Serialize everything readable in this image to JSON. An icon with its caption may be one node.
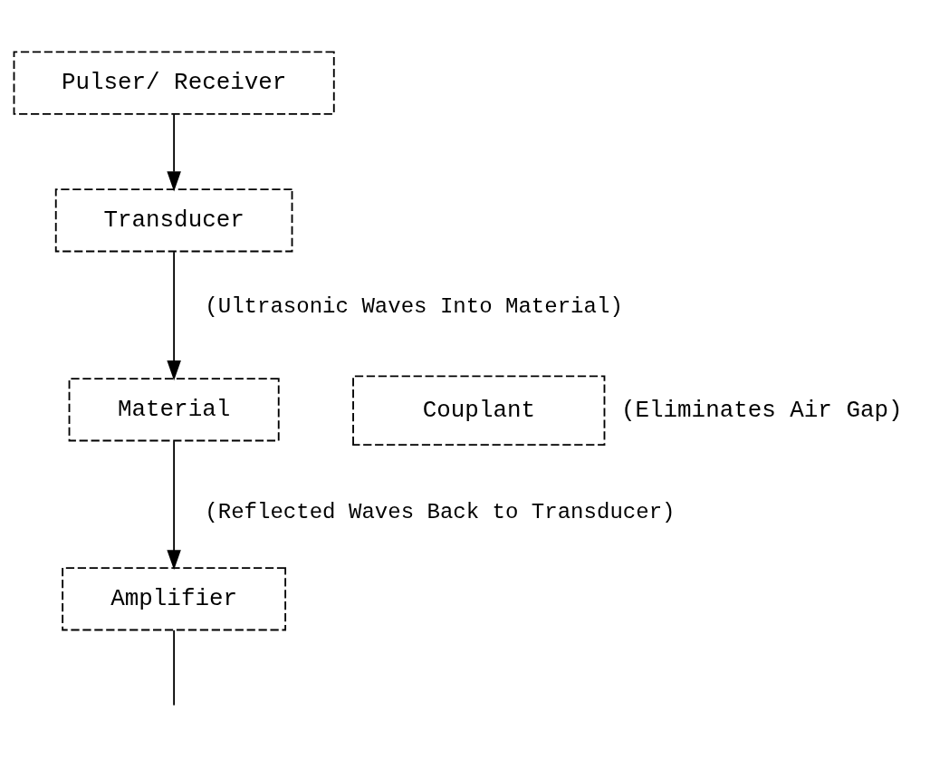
{
  "diagram": {
    "nodes": [
      {
        "text": [
          "Pulser/ Receiver"
        ]
      },
      {
        "text": [
          "Transducer"
        ]
      },
      {
        "text": [
          "Material"
        ]
      },
      {
        "text": [
          "Couplant"
        ],
        "beside": [
          "(Eliminates Air Gap)"
        ]
      },
      {
        "text": [
          "Amplifier"
        ]
      }
    ],
    "edges": [
      {
        "from": 0,
        "to": 1,
        "arrow": "to"
      },
      {
        "from": 1,
        "to": 2,
        "arrow": "to",
        "label": "(Ultrasonic Waves Into Material)"
      },
      {
        "from": 2,
        "to": 4,
        "arrow": "to",
        "label": "(Reflected Waves Back to Transducer)"
      },
      {
        "from": 4,
        "to": null,
        "arrow": "none"
      }
    ]
  }
}
